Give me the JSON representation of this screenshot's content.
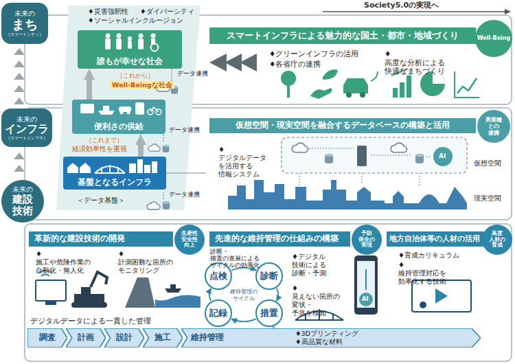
{
  "diagram": {
    "nodes": [
      {
        "text": [
          "未来の",
          "まち",
          "［スマートシティ］"
        ]
      },
      {
        "text": [
          "誰もが幸せな社会"
        ]
      },
      {
        "text": [
          "スマートインフラによる魅力的な国土・都市・地域づくり"
        ]
      },
      {
        "text": [
          "Well-Being"
        ]
      },
      {
        "text": [
          "未来の",
          "インフラ",
          "［スマートインフラ］"
        ]
      },
      {
        "text": [
          "便利さの供給"
        ]
      },
      {
        "text": [
          "基盤となるインフラ"
        ]
      },
      {
        "text": [
          "仮想空間・現実空間を融合するデータベースの構築と活用"
        ]
      },
      {
        "text": [
          "異業種 との 連携"
        ]
      },
      {
        "text": [
          "未来の",
          "建設",
          "技術"
        ]
      },
      {
        "text": [
          "革新的な建設技術の開発"
        ]
      },
      {
        "text": [
          "生産性 安全性 向上"
        ]
      },
      {
        "text": [
          "先進的な維持管理の仕組みの構築"
        ]
      },
      {
        "text": [
          "予防 保全の 実現"
        ]
      },
      {
        "text": [
          "地方自治体等の人材の活用"
        ]
      },
      {
        "text": [
          "高度 人材の 育成"
        ]
      },
      {
        "text": [
          "点検"
        ]
      },
      {
        "text": [
          "診断"
        ]
      },
      {
        "text": [
          "措置"
        ]
      },
      {
        "text": [
          "記録"
        ]
      },
      {
        "text": [
          "調査"
        ]
      },
      {
        "text": [
          "計画"
        ]
      },
      {
        "text": [
          "設計"
        ]
      },
      {
        "text": [
          "施工"
        ]
      },
      {
        "text": [
          "維持管理"
        ]
      }
    ],
    "edges": [
      {
        "from": 6,
        "to": 5,
        "arrow": "to"
      },
      {
        "from": 5,
        "to": 1,
        "arrow": "to"
      },
      {
        "from": 16,
        "to": 17,
        "arrow": "to"
      },
      {
        "from": 17,
        "to": 18,
        "arrow": "to"
      },
      {
        "from": 18,
        "to": 19,
        "arrow": "to"
      },
      {
        "from": 19,
        "to": 16,
        "arrow": "to"
      }
    ],
    "labels": [
      "Society5.0の実現へ",
      "♦災害強靭性",
      "♦ダイバーシティ",
      "♦ソーシャルインクルージョン",
      "データ連携",
      "［これから］",
      "Well-Beingな社会",
      "♦グリーンインフラの活用",
      "♦各省庁の連携",
      "♦高度な分析による 快適なまちづくり",
      "データ連携",
      "［これまで］",
      "経済効率性を重視",
      "＜データ基盤＞",
      "データ連携",
      "♦デジタルデータ を活用する 情報システム",
      "仮想空間",
      "現実空間",
      "♦施工や危険作業の 自動化・無人化",
      "♦計測困難な箇所の モニタリング",
      "診断・措置の進展による サイクルの効率化",
      "維持管理の サイクル",
      "♦デジタル 技術による 診断・予測",
      "♦見えない箇所の 変状・予兆を検知",
      "♦3Dプリンティング",
      "♦高品質な材料",
      "♦育成カリキュラム",
      "♦維持管理対応を 効率化する技術",
      "デジタルデータによる一貫した管理",
      "AI",
      "AI"
    ]
  }
}
